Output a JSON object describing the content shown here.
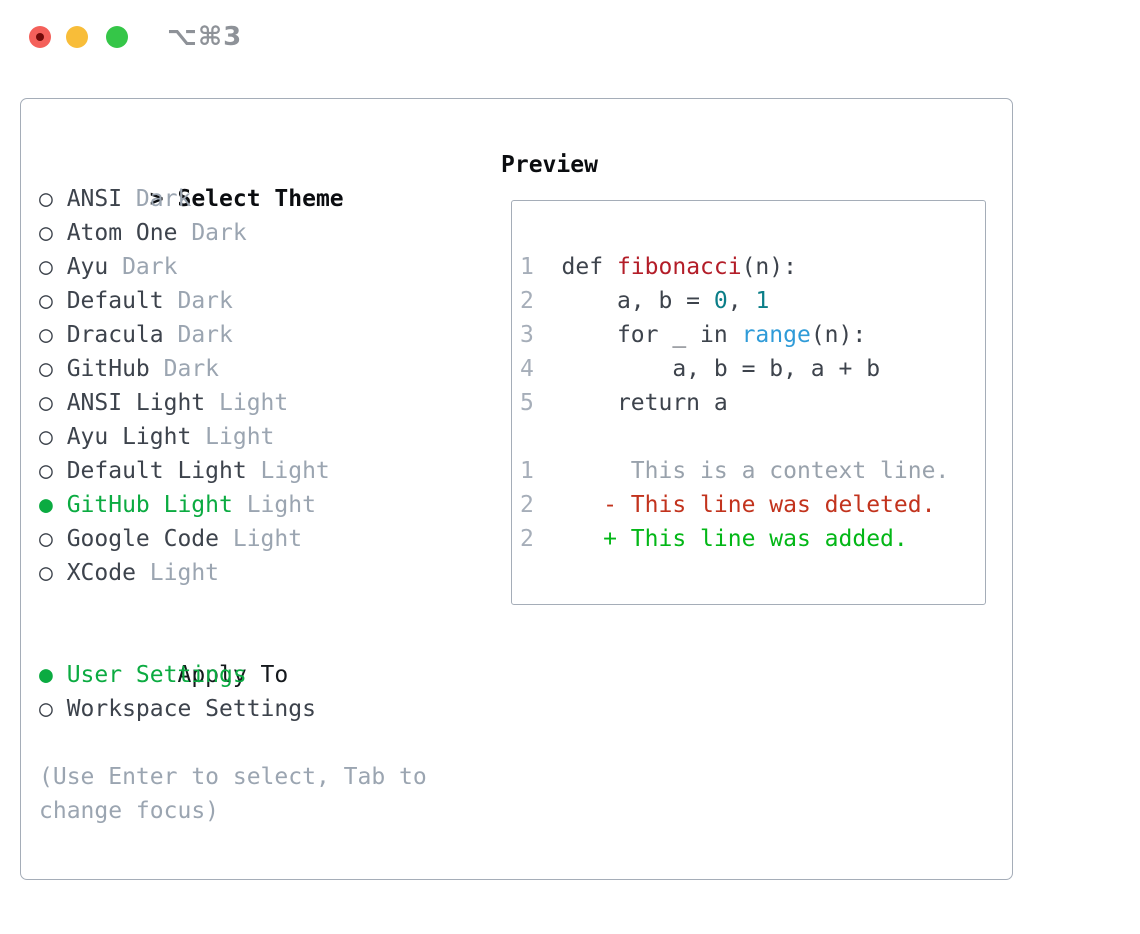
{
  "titlebar": {
    "title": "⌥⌘3"
  },
  "colors": {
    "selected_green": "#0bab41",
    "added_green": "#03b717",
    "deleted_red": "#c2331d",
    "function_red": "#b31d28",
    "number_teal": "#0b7e88",
    "call_blue": "#2f9bd8",
    "muted_gray": "#9ba5b1",
    "text_dark": "#3d434c",
    "border_gray": "#a5adb8"
  },
  "theme_section": {
    "prompt": ">",
    "header": "Select Theme",
    "marker_selected": "●",
    "marker_unselected": "○",
    "items": [
      {
        "name": "ANSI",
        "variant": "Dark",
        "selected": false
      },
      {
        "name": "Atom One",
        "variant": "Dark",
        "selected": false
      },
      {
        "name": "Ayu",
        "variant": "Dark",
        "selected": false
      },
      {
        "name": "Default",
        "variant": "Dark",
        "selected": false
      },
      {
        "name": "Dracula",
        "variant": "Dark",
        "selected": false
      },
      {
        "name": "GitHub",
        "variant": "Dark",
        "selected": false
      },
      {
        "name": "ANSI Light",
        "variant": "Light",
        "selected": false
      },
      {
        "name": "Ayu Light",
        "variant": "Light",
        "selected": false
      },
      {
        "name": "Default Light",
        "variant": "Light",
        "selected": false
      },
      {
        "name": "GitHub Light",
        "variant": "Light",
        "selected": true
      },
      {
        "name": "Google Code",
        "variant": "Light",
        "selected": false
      },
      {
        "name": "XCode",
        "variant": "Light",
        "selected": false
      }
    ]
  },
  "apply_section": {
    "header": "Apply To",
    "items": [
      {
        "name": "User Settings",
        "selected": true
      },
      {
        "name": "Workspace Settings",
        "selected": false
      }
    ]
  },
  "hint": "(Use Enter to select, Tab to change focus)",
  "preview": {
    "header": "Preview",
    "python_lines": [
      [
        [
          "ln",
          "1"
        ],
        [
          "pl",
          "  def "
        ],
        [
          "fn",
          "fibonacci"
        ],
        [
          "pl",
          "(n):"
        ]
      ],
      [
        [
          "ln",
          "2"
        ],
        [
          "pl",
          "      a, b = "
        ],
        [
          "num",
          "0"
        ],
        [
          "pl",
          ", "
        ],
        [
          "num",
          "1"
        ]
      ],
      [
        [
          "ln",
          "3"
        ],
        [
          "pl",
          "      for _ in "
        ],
        [
          "call",
          "range"
        ],
        [
          "pl",
          "(n):"
        ]
      ],
      [
        [
          "ln",
          "4"
        ],
        [
          "pl",
          "          a, b = b, a + b"
        ]
      ],
      [
        [
          "ln",
          "5"
        ],
        [
          "pl",
          "      return a"
        ]
      ]
    ],
    "diff_lines": [
      [
        [
          "ln",
          "1"
        ],
        [
          "ctx",
          "       This is a context line."
        ]
      ],
      [
        [
          "ln",
          "2"
        ],
        [
          "del",
          "     - This line was deleted."
        ]
      ],
      [
        [
          "ln",
          "2"
        ],
        [
          "add",
          "     + This line was added."
        ]
      ]
    ]
  }
}
